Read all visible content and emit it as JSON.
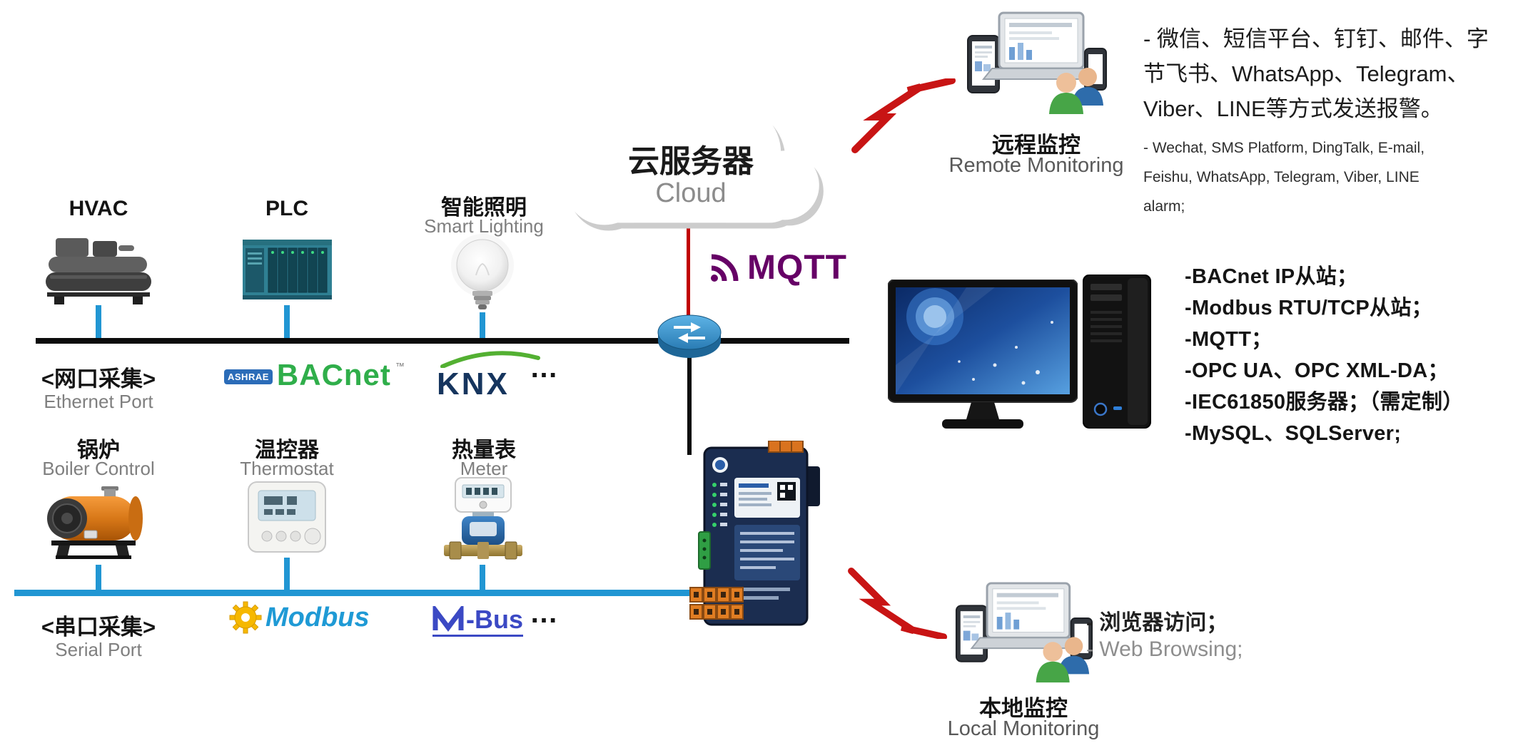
{
  "cloud": {
    "title_cn": "云服务器",
    "title_en": "Cloud"
  },
  "mqtt": {
    "label": "MQTT"
  },
  "ethernet_row": {
    "hvac_label": "HVAC",
    "plc_label": "PLC",
    "lighting_cn": "智能照明",
    "lighting_en": "Smart Lighting",
    "bus_cn": "<网口采集>",
    "bus_en": "Ethernet Port",
    "more": "…"
  },
  "serial_row": {
    "boiler_cn": "锅炉",
    "boiler_en": "Boiler Control",
    "thermostat_cn": "温控器",
    "thermostat_en": "Thermostat",
    "meter_cn": "热量表",
    "meter_en": "Meter",
    "bus_cn": "<串口采集>",
    "bus_en": "Serial Port",
    "more": "…"
  },
  "protocols": {
    "bacnet_badge": "ASHRAE",
    "bacnet": "BACnet",
    "bacnet_tm": "™",
    "knx": "KNX",
    "modbus": "Modbus",
    "mbus_rest": "-Bus"
  },
  "server": {
    "features": [
      "-BACnet IP从站；",
      "-Modbus RTU/TCP从站；",
      "-MQTT；",
      "-OPC UA、OPC XML-DA；",
      "-IEC61850服务器；（需定制）",
      "-MySQL、SQLServer;"
    ]
  },
  "remote_monitoring": {
    "cn": "远程监控",
    "en": "Remote Monitoring",
    "notes_cn": [
      "- 微信、短信平台、钉钉、邮件、字",
      "节飞书、WhatsApp、Telegram、",
      "Viber、LINE等方式发送报警。"
    ],
    "notes_en": [
      "- Wechat, SMS Platform, DingTalk, E-mail,",
      "Feishu, WhatsApp, Telegram, Viber,  LINE",
      "alarm;"
    ]
  },
  "local_monitoring": {
    "cn": "本地监控",
    "en": "Local Monitoring",
    "note_cn": "- 浏览器访问；",
    "note_en": "- Web Browsing;"
  },
  "colors": {
    "ethernet_bus": "#0c0c0c",
    "serial_bus": "#2196d3",
    "cloud_link": "#c00000",
    "mqtt_purple": "#660066",
    "bacnet_green": "#2fae4a",
    "knx_navy": "#16355e",
    "modbus_gear": "#f6b800",
    "modbus_text": "#1f9ad5",
    "mbus_blue": "#3b49c4",
    "lightning_red": "#c81414"
  }
}
